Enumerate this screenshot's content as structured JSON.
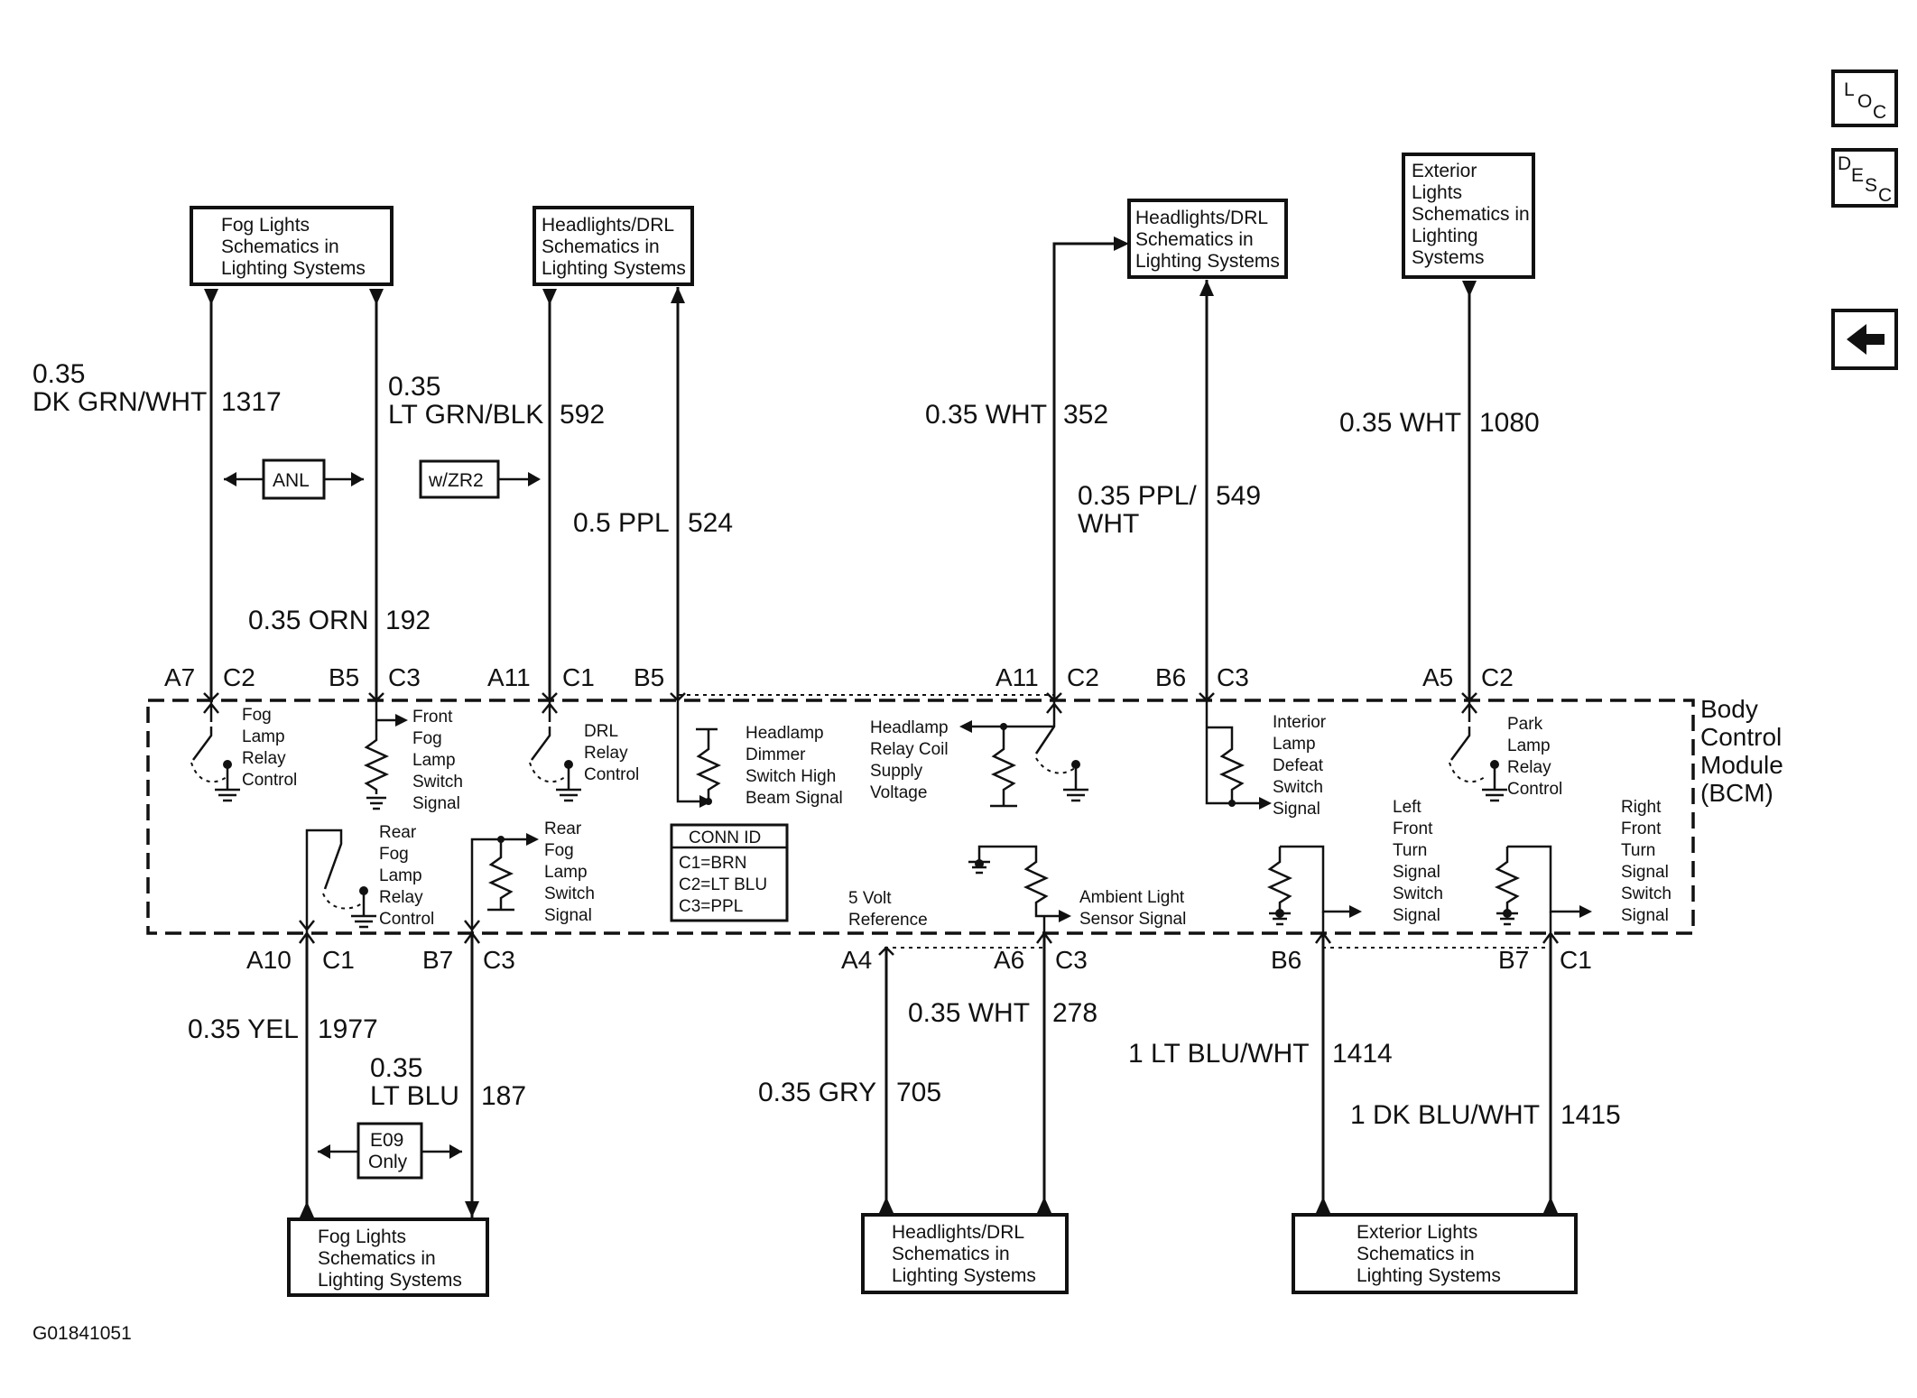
{
  "diagram_id": "G01841051",
  "side_buttons": {
    "loc": [
      "L",
      "O",
      "C"
    ],
    "desc": [
      "D",
      "E",
      "S",
      "C"
    ]
  },
  "back_icon": "left-arrow-icon",
  "boxes": {
    "fog_top": [
      "Fog Lights",
      "Schematics in",
      "Lighting Systems"
    ],
    "hd_top1": [
      "Headlights/DRL",
      "Schematics in",
      "Lighting Systems"
    ],
    "hd_top2": [
      "Headlights/DRL",
      "Schematics in",
      "Lighting Systems"
    ],
    "ext_top": [
      "Exterior",
      "Lights",
      "Schematics in",
      "Lighting",
      "Systems"
    ],
    "fog_bot": [
      "Fog Lights",
      "Schematics in",
      "Lighting Systems"
    ],
    "hd_bot": [
      "Headlights/DRL",
      "Schematics in",
      "Lighting Systems"
    ],
    "ext_bot": [
      "Exterior Lights",
      "Schematics in",
      "Lighting Systems"
    ]
  },
  "tags": {
    "anl": "ANL",
    "wzr2": "w/ZR2",
    "e09": [
      "E09",
      "Only"
    ]
  },
  "wires": {
    "w1317": {
      "gauge": [
        "0.35",
        "DK GRN/WHT"
      ],
      "circuit": "1317"
    },
    "w592": {
      "gauge": [
        "0.35",
        "LT GRN/BLK"
      ],
      "circuit": "592"
    },
    "w192": {
      "gauge": "0.35 ORN",
      "circuit": "192"
    },
    "w524": {
      "gauge": "0.5 PPL",
      "circuit": "524"
    },
    "w352": {
      "gauge": "0.35 WHT",
      "circuit": "352"
    },
    "w549": {
      "gauge": [
        "0.35 PPL/",
        "WHT"
      ],
      "circuit": "549"
    },
    "w1080": {
      "gauge": "0.35 WHT",
      "circuit": "1080"
    },
    "w1977": {
      "gauge": "0.35 YEL",
      "circuit": "1977"
    },
    "w187": {
      "gauge": [
        "0.35",
        "LT BLU"
      ],
      "circuit": "187"
    },
    "w278": {
      "gauge": "0.35 WHT",
      "circuit": "278"
    },
    "w705": {
      "gauge": "0.35 GRY",
      "circuit": "705"
    },
    "w1414": {
      "gauge": "1 LT BLU/WHT",
      "circuit": "1414"
    },
    "w1415": {
      "gauge": "1 DK BLU/WHT",
      "circuit": "1415"
    }
  },
  "pins_top": [
    {
      "pin": "A7",
      "conn": "C2"
    },
    {
      "pin": "B5",
      "conn": "C3"
    },
    {
      "pin": "A11",
      "conn": "C1"
    },
    {
      "pin": "B5",
      "conn": ""
    },
    {
      "pin": "A11",
      "conn": "C2"
    },
    {
      "pin": "B6",
      "conn": "C3"
    },
    {
      "pin": "A5",
      "conn": "C2"
    }
  ],
  "pins_bottom": [
    {
      "pin": "A10",
      "conn": "C1"
    },
    {
      "pin": "B7",
      "conn": "C3"
    },
    {
      "pin": "A4",
      "conn": ""
    },
    {
      "pin": "A6",
      "conn": "C3"
    },
    {
      "pin": "B6",
      "conn": ""
    },
    {
      "pin": "B7",
      "conn": "C1"
    }
  ],
  "module": [
    "Body",
    "Control",
    "Module",
    "(BCM)"
  ],
  "conn_id": [
    "CONN ID",
    "C1=BRN",
    "C2=LT BLU",
    "C3=PPL"
  ],
  "functions": {
    "fog_relay": [
      "Fog",
      "Lamp",
      "Relay",
      "Control"
    ],
    "front_fog_sw": [
      "Front",
      "Fog",
      "Lamp",
      "Switch",
      "Signal"
    ],
    "drl_relay": [
      "DRL",
      "Relay",
      "Control"
    ],
    "dimmer": [
      "Headlamp",
      "Dimmer",
      "Switch High",
      "Beam Signal"
    ],
    "hl_coil": [
      "Headlamp",
      "Relay Coil",
      "Supply",
      "Voltage"
    ],
    "int_defeat": [
      "Interior",
      "Lamp",
      "Defeat",
      "Switch",
      "Signal"
    ],
    "park_relay": [
      "Park",
      "Lamp",
      "Relay",
      "Control"
    ],
    "rear_fog_relay": [
      "Rear",
      "Fog",
      "Lamp",
      "Relay",
      "Control"
    ],
    "rear_fog_sw": [
      "Rear",
      "Fog",
      "Lamp",
      "Switch",
      "Signal"
    ],
    "five_volt": [
      "5 Volt",
      "Reference"
    ],
    "ambient": [
      "Ambient Light",
      "Sensor Signal"
    ],
    "lf_turn": [
      "Left",
      "Front",
      "Turn",
      "Signal",
      "Switch",
      "Signal"
    ],
    "rf_turn": [
      "Right",
      "Front",
      "Turn",
      "Signal",
      "Switch",
      "Signal"
    ]
  }
}
